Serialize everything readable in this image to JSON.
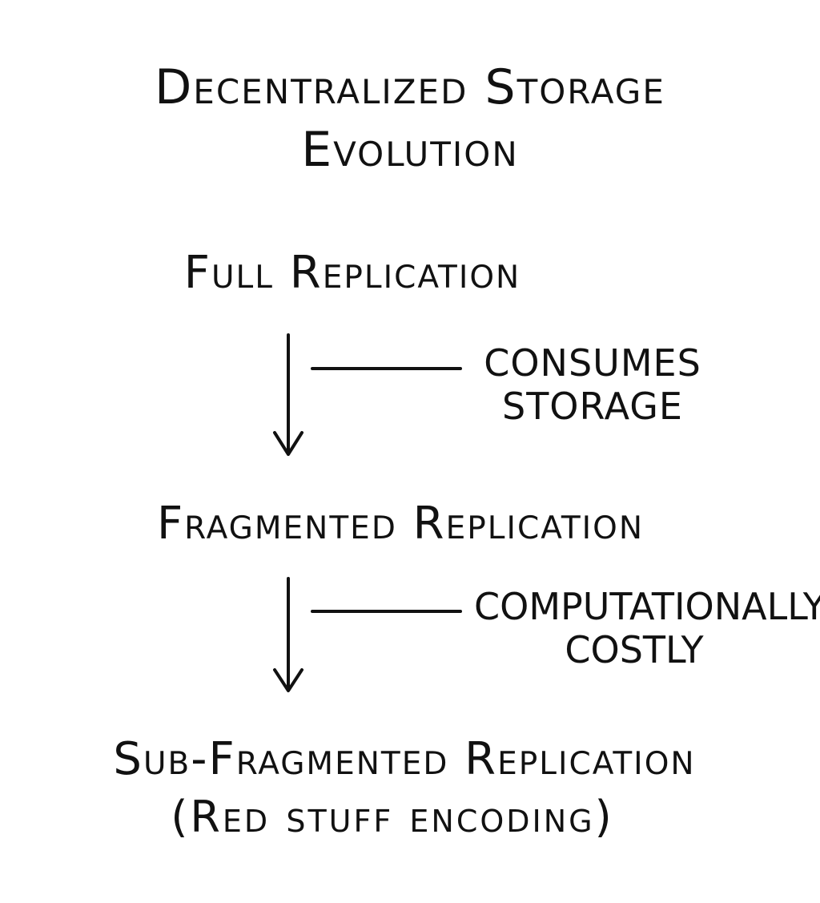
{
  "title": {
    "line1": "Decentralized Storage",
    "line2": "Evolution"
  },
  "nodes": [
    {
      "label": "Full Replication"
    },
    {
      "label": "Fragmented Replication"
    },
    {
      "label": "Sub-Fragmented Replication",
      "label_line2": "(Red stuff encoding)"
    }
  ],
  "edges": [
    {
      "from": "Full Replication",
      "to": "Fragmented Replication",
      "note_line1": "consumes",
      "note_line2": "storage"
    },
    {
      "from": "Fragmented Replication",
      "to": "Sub-Fragmented Replication",
      "note_line1": "computationally",
      "note_line2": "costly"
    }
  ],
  "colors": {
    "ink": "#111111",
    "background": "#ffffff"
  }
}
